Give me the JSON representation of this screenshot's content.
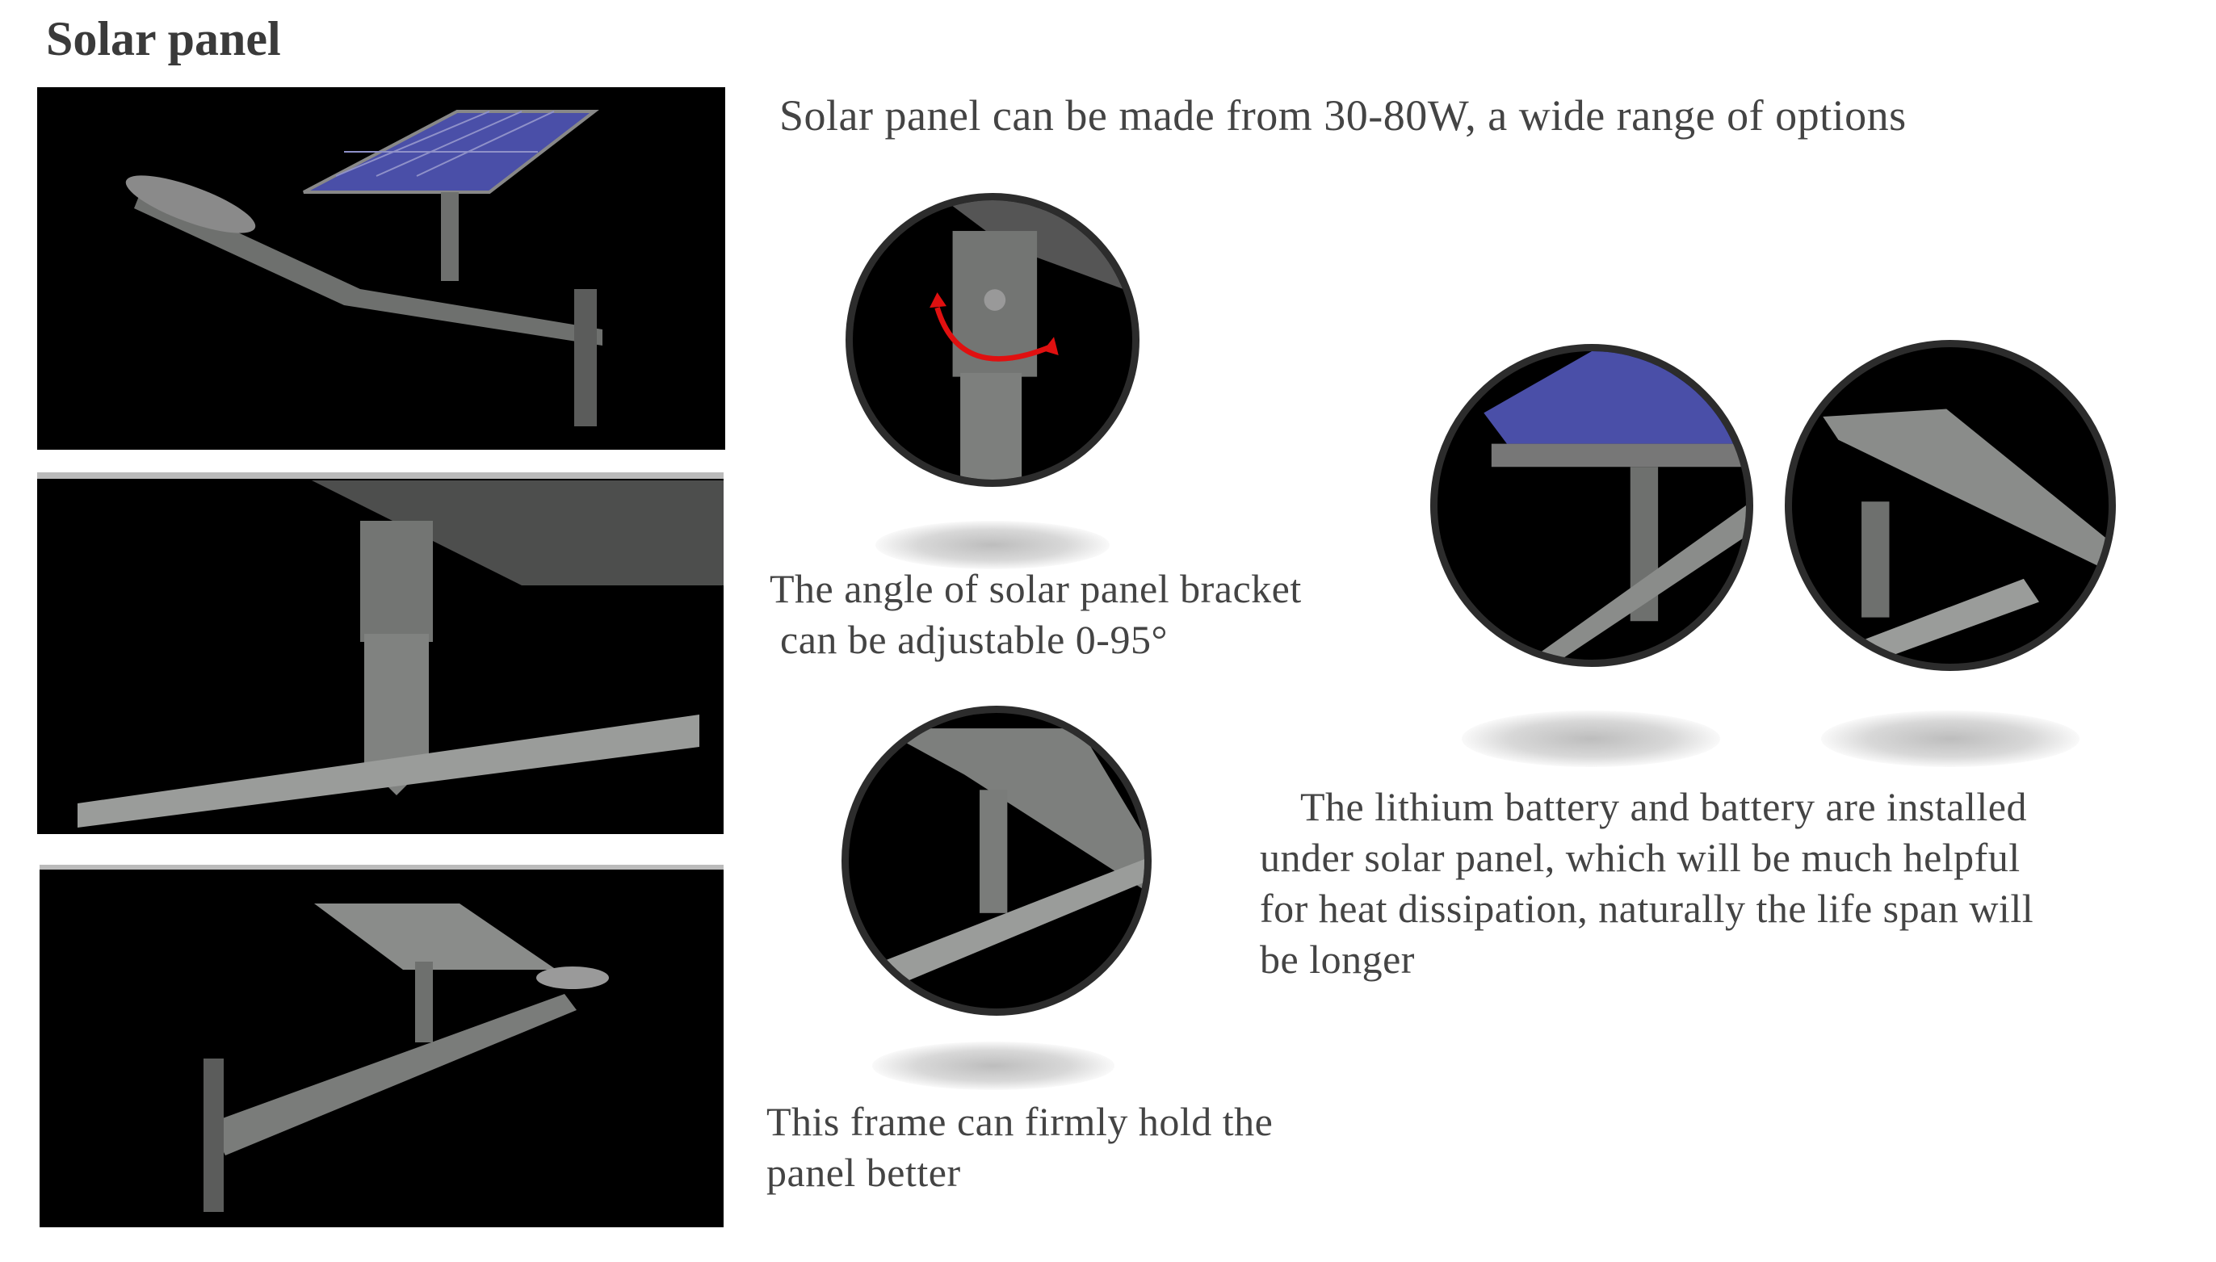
{
  "title": "Solar panel",
  "texts": {
    "options": "Solar panel can be made from 30-80W, a wide range of options",
    "angle_line1": "The angle of solar panel bracket",
    "angle_line2": " can be adjustable 0-95°",
    "frame_line1": "This frame can firmly hold the",
    "frame_line2": "panel better",
    "battery_line1": "The lithium battery and battery are installed",
    "battery_line2": "under solar panel, which will be much helpful",
    "battery_line3": "for heat dissipation, naturally the life span will",
    "battery_line4": "be longer"
  },
  "colors": {
    "panel": "#4a4fa8",
    "metal": "#6e706e",
    "arrow": "#e01010"
  }
}
